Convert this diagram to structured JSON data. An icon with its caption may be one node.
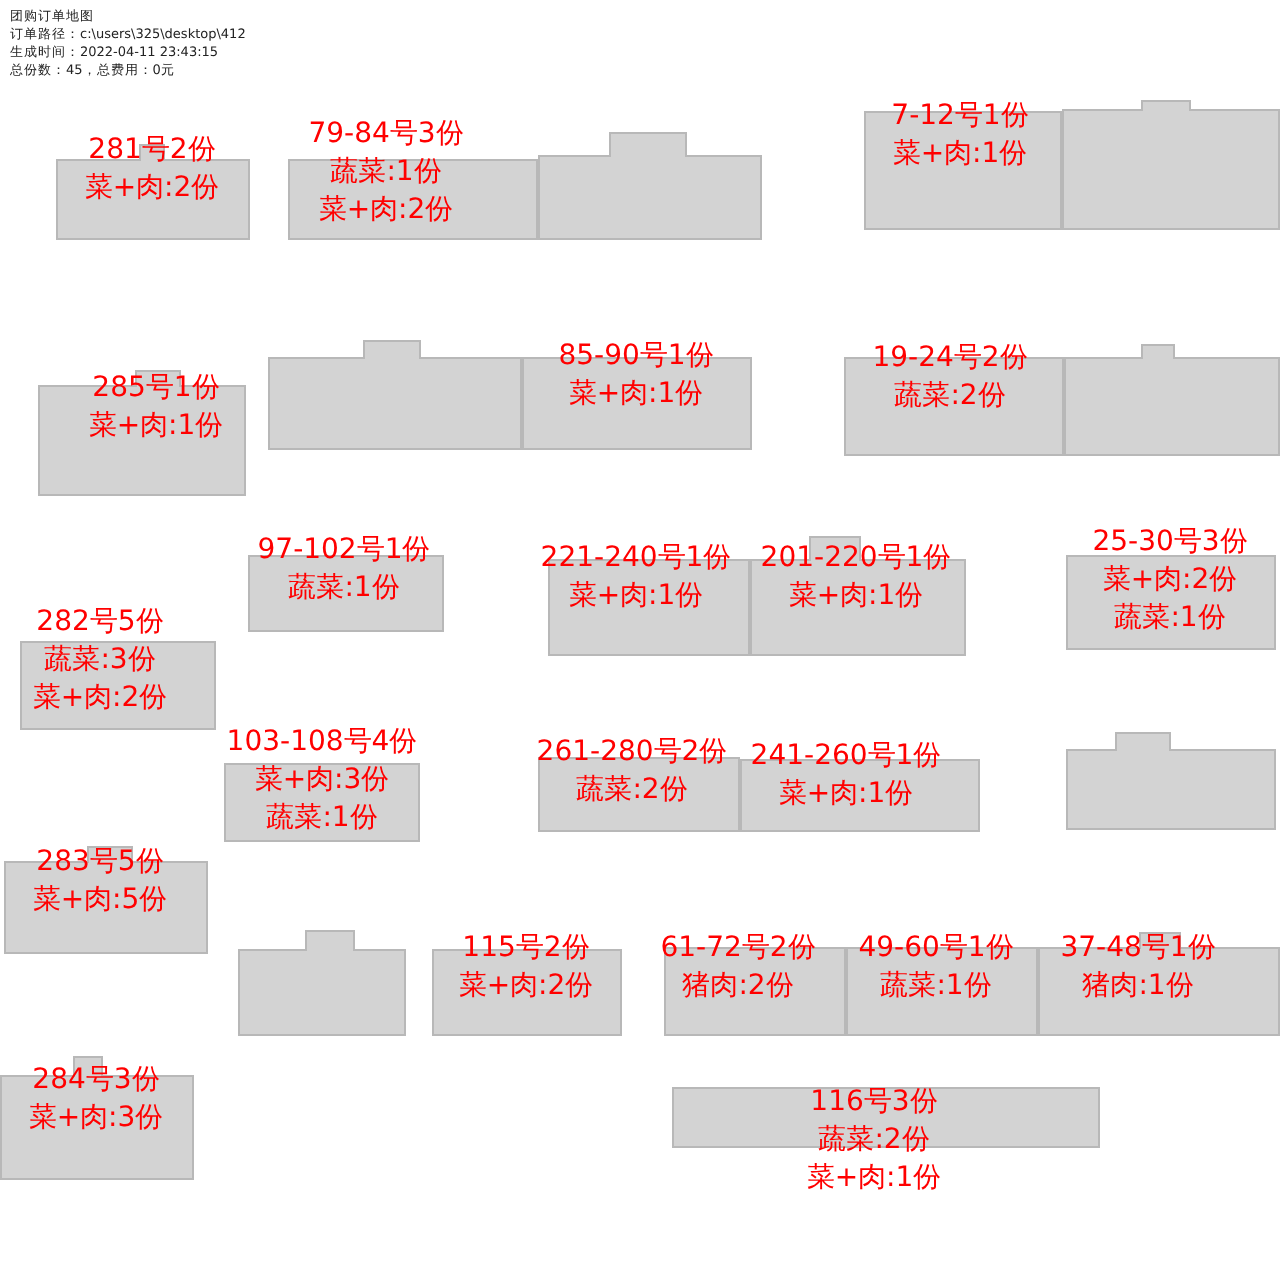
{
  "diagram": {
    "nodes": [
      {
        "text": [
          "281号2份",
          "菜+肉:2份"
        ]
      },
      {
        "text": [
          "79-84号3份",
          "蔬菜:1份",
          "菜+肉:2份"
        ]
      },
      {
        "text": [],
        "shape": "box"
      },
      {
        "text": [
          "7-12号1份",
          "菜+肉:1份"
        ]
      },
      {
        "text": [],
        "shape": "box"
      },
      {
        "text": [
          "285号1份",
          "菜+肉:1份"
        ]
      },
      {
        "text": [],
        "shape": "box"
      },
      {
        "text": [
          "85-90号1份",
          "菜+肉:1份"
        ]
      },
      {
        "text": [
          "19-24号2份",
          "蔬菜:2份"
        ]
      },
      {
        "text": [],
        "shape": "box"
      },
      {
        "text": [
          "97-102号1份",
          "蔬菜:1份"
        ]
      },
      {
        "text": [
          "282号5份",
          "蔬菜:3份",
          "菜+肉:2份"
        ]
      },
      {
        "text": [
          "221-240号1份",
          "菜+肉:1份"
        ]
      },
      {
        "text": [
          "201-220号1份",
          "菜+肉:1份"
        ]
      },
      {
        "text": [
          "25-30号3份",
          "菜+肉:2份",
          "蔬菜:1份"
        ]
      },
      {
        "text": [
          "103-108号4份",
          "菜+肉:3份",
          "蔬菜:1份"
        ]
      },
      {
        "text": [
          "261-280号2份",
          "蔬菜:2份"
        ]
      },
      {
        "text": [
          "241-260号1份",
          "菜+肉:1份"
        ]
      },
      {
        "text": [],
        "shape": "box"
      },
      {
        "text": [
          "283号5份",
          "菜+肉:5份"
        ]
      },
      {
        "text": [],
        "shape": "box"
      },
      {
        "text": [
          "115号2份",
          "菜+肉:2份"
        ]
      },
      {
        "text": [
          "61-72号2份",
          "猪肉:2份"
        ]
      },
      {
        "text": [
          "49-60号1份",
          "蔬菜:1份"
        ]
      },
      {
        "text": [
          "37-48号1份",
          "猪肉:1份"
        ]
      },
      {
        "text": [
          "284号3份",
          "菜+肉:3份"
        ]
      },
      {
        "text": [
          "116号3份",
          "蔬菜:2份",
          "菜+肉:1份"
        ]
      }
    ],
    "labels": [
      "团购订单地图",
      "订单路径：c:\\users\\325\\desktop\\412",
      "生成时间：2022-04-11 23:43:15",
      "总份数：45，总费用：0元"
    ]
  }
}
